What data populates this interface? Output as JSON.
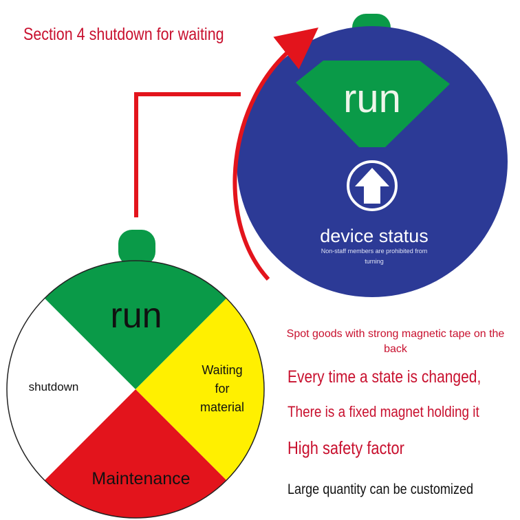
{
  "headline": "Section 4 shutdown for waiting",
  "colors": {
    "red": "#e3141c",
    "green": "#0a9a48",
    "yellow": "#fff000",
    "navy": "#2c3a96",
    "text_red": "#c8102e"
  },
  "front_disc": {
    "run": "run",
    "shutdown": "shutdown",
    "waiting_line1": "Waiting",
    "waiting_line2": "for",
    "waiting_line3": "material",
    "maintenance": "Maintenance"
  },
  "back_disc": {
    "run": "run",
    "arrow_icon": "up-arrow-icon",
    "title": "device status",
    "warning_line1": "Non-staff members are prohibited from",
    "warning_line2": "turning"
  },
  "features": {
    "note": "Spot goods with strong magnetic tape on the back",
    "line1": "Every time a state is changed,",
    "line2": "There is a fixed magnet holding it",
    "line3": "High safety factor",
    "line4": "Large quantity can be customized"
  }
}
